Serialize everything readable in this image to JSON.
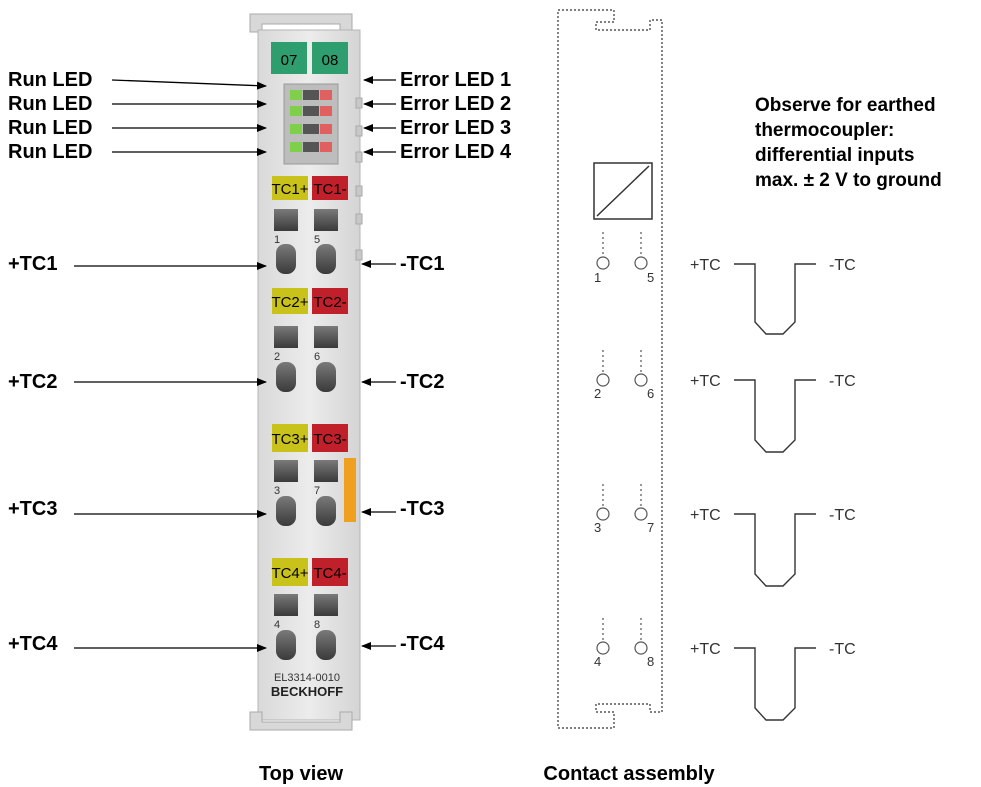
{
  "left_labels": {
    "run_led_1": "Run LED",
    "run_led_2": "Run LED",
    "run_led_3": "Run LED",
    "run_led_4": "Run LED",
    "plus_tc1": "+TC1",
    "plus_tc2": "+TC2",
    "plus_tc3": "+TC3",
    "plus_tc4": "+TC4"
  },
  "right_labels": {
    "error_led_1": "Error LED 1",
    "error_led_2": "Error LED 2",
    "error_led_3": "Error LED 3",
    "error_led_4": "Error LED 4",
    "minus_tc1": "-TC1",
    "minus_tc2": "-TC2",
    "minus_tc3": "-TC3",
    "minus_tc4": "-TC4"
  },
  "terminal": {
    "badge_07": "07",
    "badge_08": "08",
    "tc1_plus": "TC1+",
    "tc1_minus": "TC1-",
    "tc2_plus": "TC2+",
    "tc2_minus": "TC2-",
    "tc3_plus": "TC3+",
    "tc3_minus": "TC3-",
    "tc4_plus": "TC4+",
    "tc4_minus": "TC4-",
    "model": "EL3314-0010",
    "brand": "BECKHOFF",
    "contact_numbers": [
      "1",
      "5",
      "2",
      "6",
      "3",
      "7",
      "4",
      "8"
    ]
  },
  "contact_assembly": {
    "pin_numbers": [
      "1",
      "5",
      "2",
      "6",
      "3",
      "7",
      "4",
      "8"
    ],
    "plus_label": "+TC",
    "minus_label": "-TC"
  },
  "note": {
    "line1": "Observe for earthed",
    "line2": "thermocoupler:",
    "line3": "differential inputs",
    "line4": "max. ± 2 V to ground"
  },
  "captions": {
    "top_view": "Top view",
    "contact_assembly": "Contact assembly"
  },
  "colors": {
    "green_badge": "#2e9e6e",
    "yellow_badge": "#c9c21a",
    "red_badge": "#c0202a",
    "orange_tab": "#f0a020",
    "terminal_body": "#e4e4e4"
  }
}
